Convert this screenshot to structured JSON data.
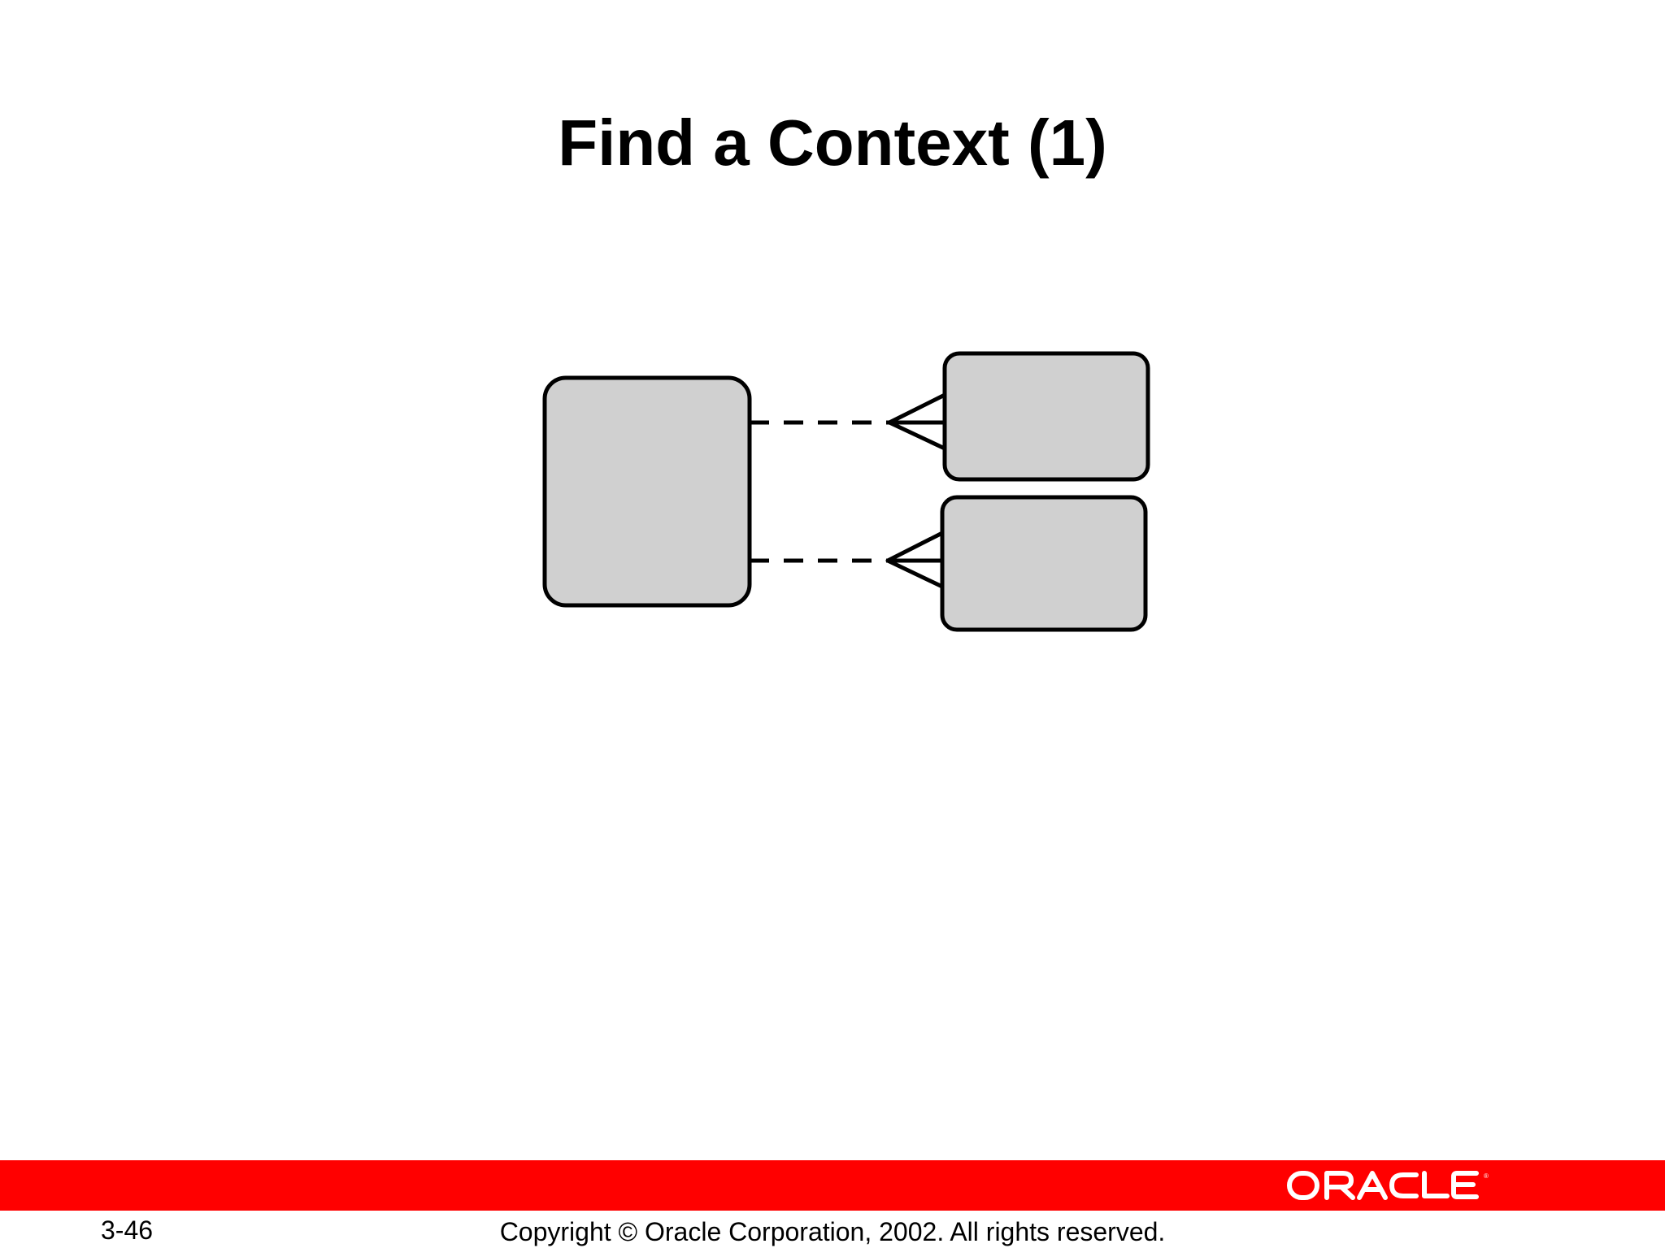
{
  "slide": {
    "title": "Find a Context (1)",
    "slide_number": "3-46",
    "copyright": "Copyright © Oracle Corporation, 2002. All rights reserved.",
    "logo_text": "ORACLE"
  },
  "diagram": {
    "entities": [
      {
        "id": "entity-left",
        "label": ""
      },
      {
        "id": "entity-top-right",
        "label": ""
      },
      {
        "id": "entity-bottom-right",
        "label": ""
      }
    ],
    "relationships": [
      {
        "from": "entity-left",
        "to": "entity-top-right",
        "optional_end": "entity-left",
        "many_end": "entity-top-right"
      },
      {
        "from": "entity-left",
        "to": "entity-bottom-right",
        "optional_end": "entity-left",
        "many_end": "entity-bottom-right"
      }
    ]
  },
  "colors": {
    "entity_fill": "#d0d0d0",
    "line": "#000000",
    "footer_bar": "#ff0000",
    "logo": "#ffffff"
  }
}
